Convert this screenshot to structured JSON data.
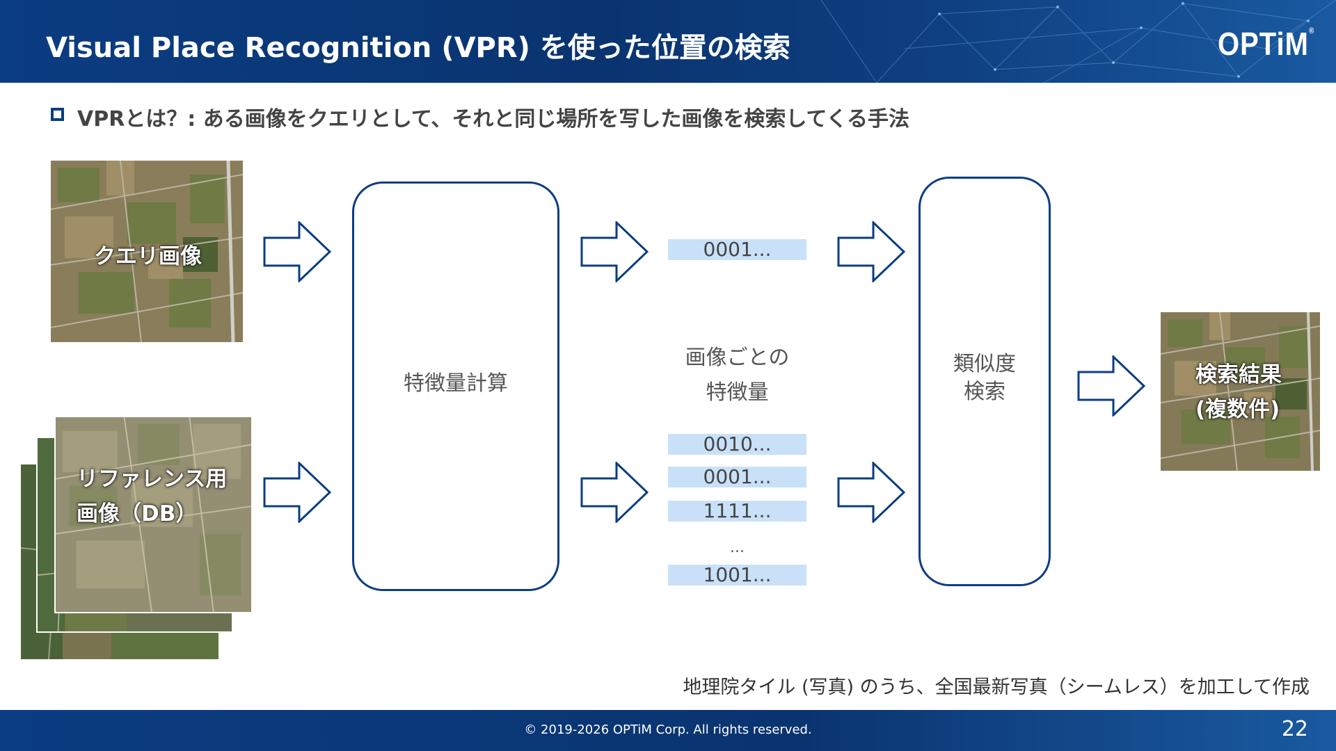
{
  "header": {
    "title": "Visual Place Recognition (VPR) を使った位置の検索",
    "logo": "OPTiM",
    "logo_mark": "®"
  },
  "subtitle": "VPRとは？: ある画像をクエリとして、それと同じ場所を写した画像を検索してくる手法",
  "diagram": {
    "query_label": "クエリ画像",
    "reference_label_line1": "リファレンス用",
    "reference_label_line2": "画像（DB）",
    "feature_box_label": "特徴量計算",
    "per_image_label_line1": "画像ごとの",
    "per_image_label_line2": "特徴量",
    "query_feature": "0001...",
    "db_features": [
      "0010...",
      "0001...",
      "1111..."
    ],
    "ellipsis": "...",
    "last_feature": "1001...",
    "similarity_line1": "類似度",
    "similarity_line2": "検索",
    "result_line1": "検索結果",
    "result_line2": "(複数件)"
  },
  "caption": "地理院タイル (写真) のうち、全国最新写真（シームレス）を加工して作成",
  "footer": {
    "copyright": "© 2019-2026 OPTiM Corp. All rights reserved.",
    "page_number": "22"
  },
  "colors": {
    "brand_blue": "#0b3d82",
    "feature_bg": "#c9e1f8"
  }
}
